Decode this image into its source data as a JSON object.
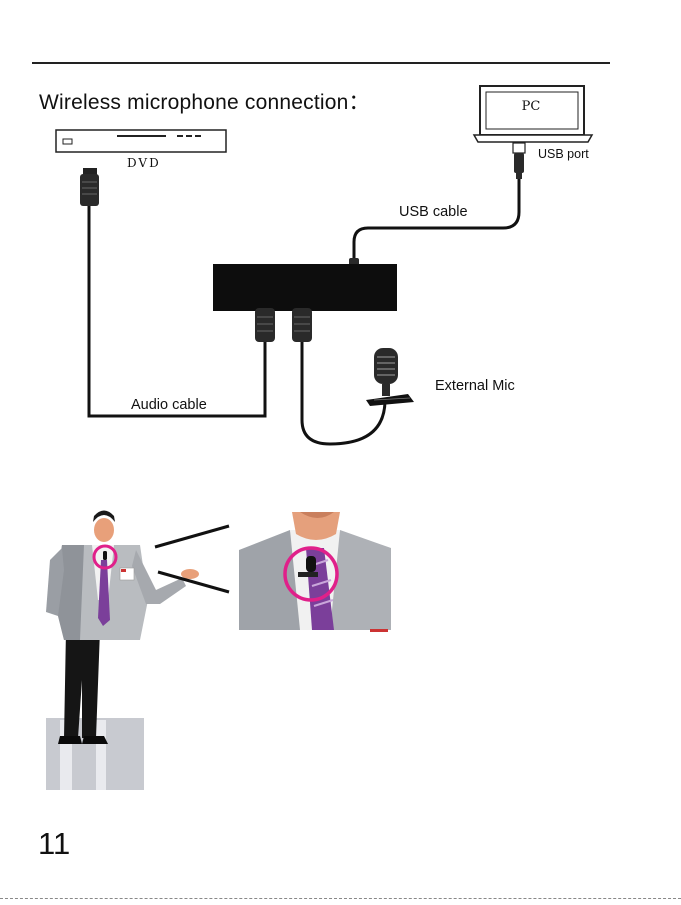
{
  "title": "Wireless microphone connection：",
  "devices": {
    "dvd_label": "DVD",
    "pc_label": "PC",
    "usb_port_label": "USB port"
  },
  "cables": {
    "usb_cable_label": "USB cable",
    "audio_cable_label": "Audio cable"
  },
  "external_mic_label": "External Mic",
  "page_number": "11",
  "colors": {
    "line": "#111111",
    "highlight_ring": "#e0208a",
    "suit": "#b9bcc0",
    "tie": "#7b3f9a"
  }
}
